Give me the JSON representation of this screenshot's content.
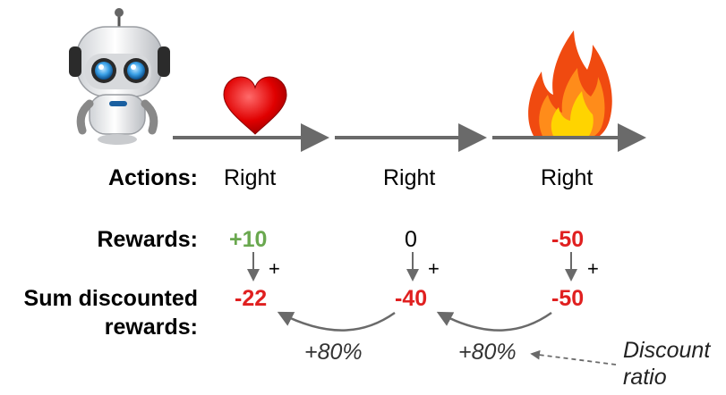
{
  "labels": {
    "actions": "Actions:",
    "rewards": "Rewards:",
    "sum_line1": "Sum discounted",
    "sum_line2": "rewards:"
  },
  "steps": [
    {
      "action": "Right",
      "reward": "+10",
      "discounted": "-22",
      "item_icon": "heart-icon"
    },
    {
      "action": "Right",
      "reward": "0",
      "discounted": "-40",
      "item_icon": ""
    },
    {
      "action": "Right",
      "reward": "-50",
      "discounted": "-50",
      "item_icon": "fire-icon"
    }
  ],
  "plus": "+",
  "discount_steps": [
    "+80%",
    "+80%"
  ],
  "discount_note": {
    "line1": "Discount",
    "line2": "ratio"
  },
  "colors": {
    "positive": "#6aa84f",
    "negative": "#e02020",
    "neutral": "#000000",
    "arrow": "#6a6a6a",
    "heart": "#e00000",
    "fire_outer": "#f04a10",
    "fire_inner": "#ffd400"
  }
}
